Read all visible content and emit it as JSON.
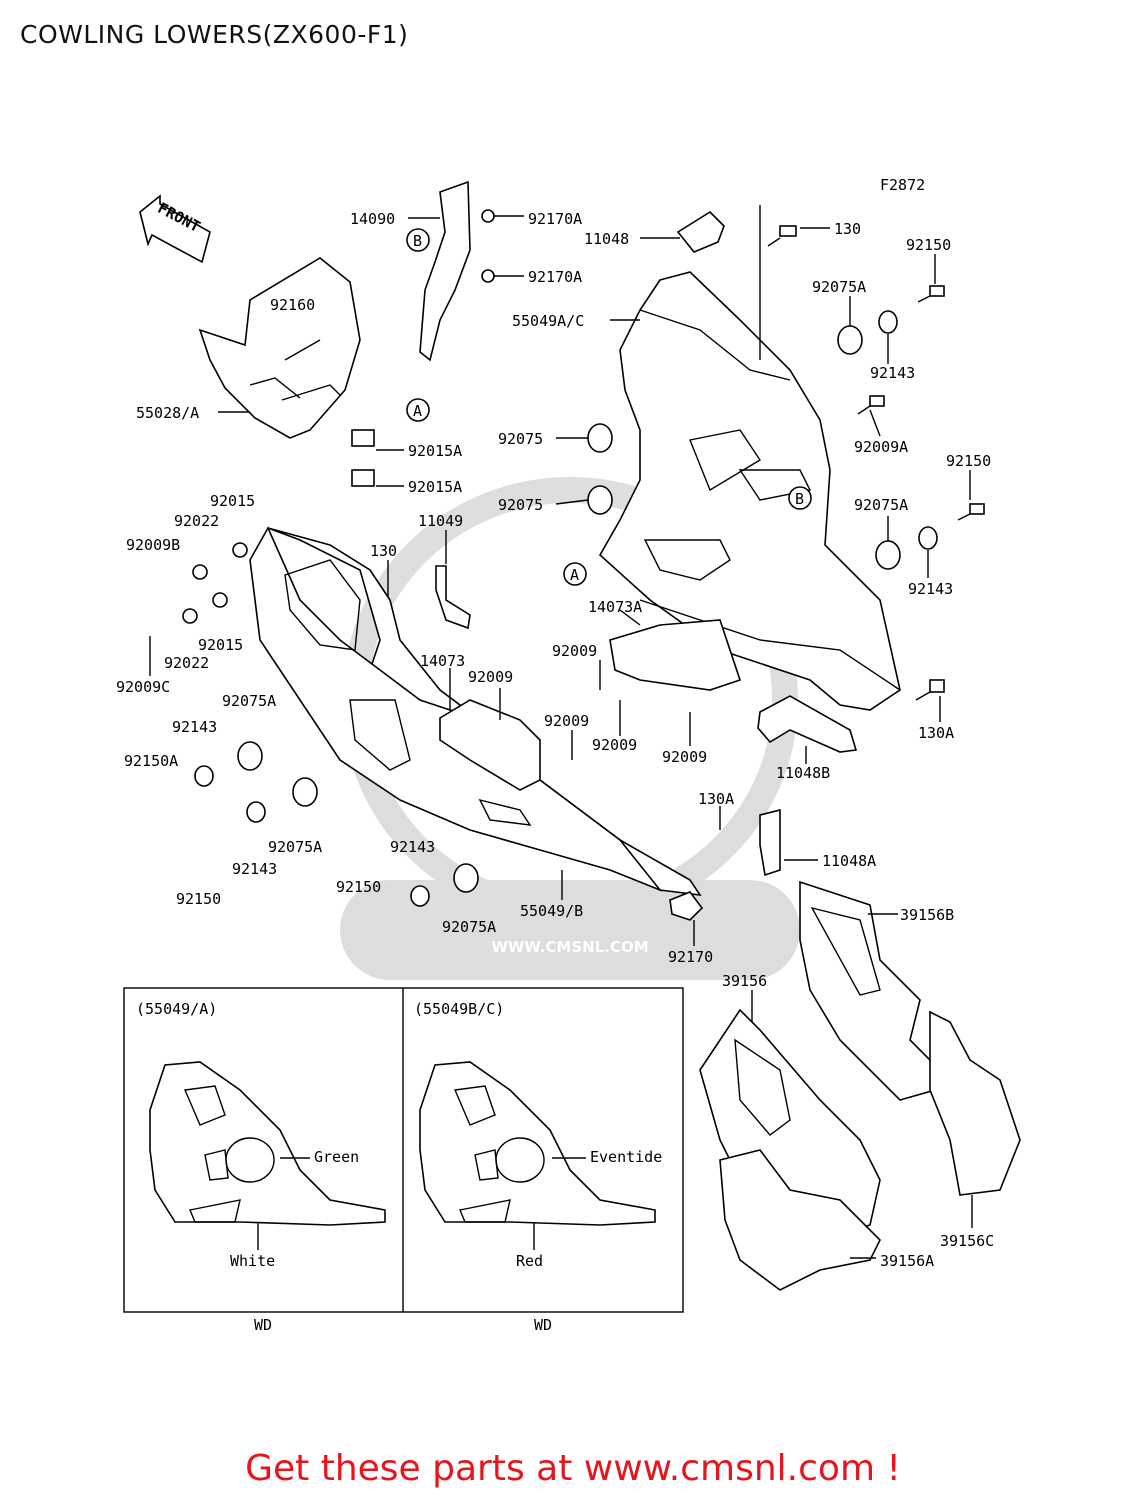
{
  "title": "COWLING LOWERS(ZX600-F1)",
  "footer": "Get these parts at www.cmsnl.com !",
  "figure_code": "F2872",
  "front_label": "FRONT",
  "watermark": "WWW.CMSNL.COM",
  "ref_markers": [
    "A",
    "B"
  ],
  "part_labels": [
    "14090",
    "92170A",
    "92170A",
    "11048",
    "130",
    "92150",
    "92160",
    "55049A/C",
    "92075A",
    "92143",
    "55028/A",
    "92015A",
    "92015A",
    "92075",
    "92009A",
    "92075",
    "92150",
    "92015",
    "92022",
    "92009B",
    "11049",
    "130",
    "92075A",
    "92143",
    "14073A",
    "92015",
    "92022",
    "92009C",
    "92009",
    "14073",
    "92009",
    "92075A",
    "92143",
    "92150A",
    "92009",
    "92009",
    "92009",
    "130A",
    "11048B",
    "130A",
    "11048A",
    "92143",
    "92075A",
    "92143",
    "92150",
    "92150",
    "92075A",
    "55049/B",
    "92170",
    "39156B",
    "39156",
    "39156C",
    "39156A"
  ],
  "insets": [
    {
      "header": "(55049/A)",
      "color_upper": "Green",
      "color_lower": "White",
      "code": "WD"
    },
    {
      "header": "(55049B/C)",
      "color_upper": "Eventide",
      "color_lower": "Red",
      "code": "WD"
    }
  ]
}
